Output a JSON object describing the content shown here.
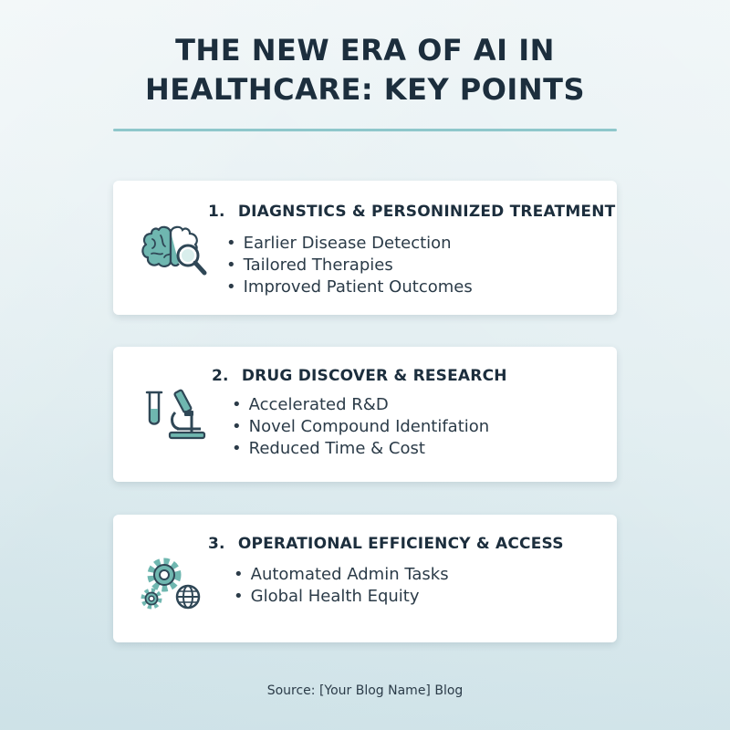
{
  "title": {
    "line1": "THE NEW ERA OF AI IN",
    "line2": "HEALTHCARE: KEY POINTS"
  },
  "sections": [
    {
      "number": "1.",
      "heading": "DIAGNSTICS & PERSONINIZED TREATMENT",
      "icon": "brain-magnifier-icon",
      "bullets": [
        "Earlier Disease Detection",
        "Tailored Therapies",
        "Improved Patient Outcomes"
      ]
    },
    {
      "number": "2.",
      "heading": "DRUG DISCOVER & RESEARCH",
      "icon": "microscope-test-tube-icon",
      "bullets": [
        "Accelerated R&D",
        "Novel Compound Identifation",
        "Reduced Time & Cost"
      ]
    },
    {
      "number": "3.",
      "heading": "OPERATIONAL EFFICIENCY & ACCESS",
      "icon": "gears-globe-icon",
      "bullets": [
        "Automated Admin Tasks",
        "Global Health Equity"
      ]
    }
  ],
  "source": "Source: [Your Blog Name] Blog",
  "colors": {
    "heading": "#1c2e3d",
    "icon_teal": "#6fb7b0",
    "icon_dark": "#2f4756",
    "divider": "#8ec7cb"
  }
}
